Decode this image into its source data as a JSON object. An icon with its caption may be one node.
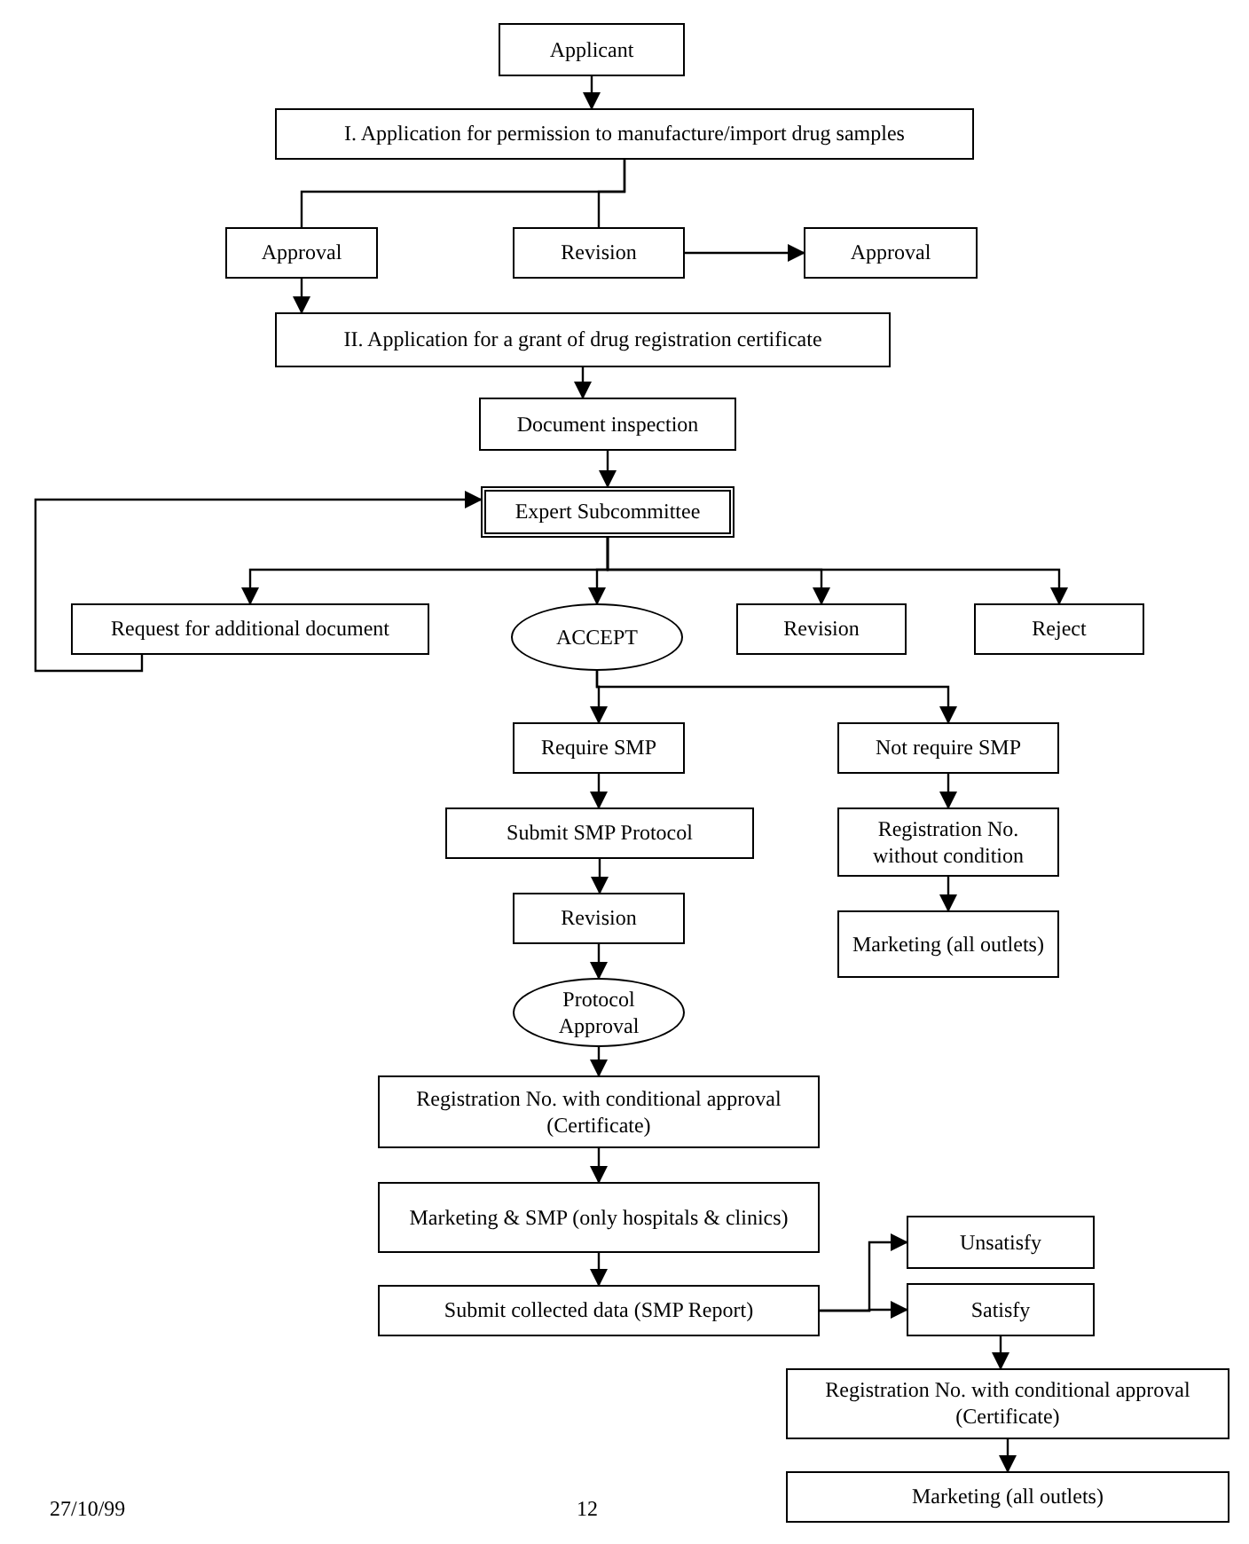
{
  "diagram": {
    "nodes": [
      {
        "text": [
          "Applicant"
        ]
      },
      {
        "text": [
          "I. Application for permission to manufacture/import drug samples"
        ]
      },
      {
        "text": [
          "Approval"
        ]
      },
      {
        "text": [
          "Revision"
        ]
      },
      {
        "text": [
          "Approval"
        ]
      },
      {
        "text": [
          "II. Application for a grant of drug registration certificate"
        ]
      },
      {
        "text": [
          "Document inspection"
        ]
      },
      {
        "text": [
          "Expert Subcommittee"
        ]
      },
      {
        "text": [
          "Request for additional document"
        ]
      },
      {
        "text": [
          "ACCEPT"
        ]
      },
      {
        "text": [
          "Revision"
        ]
      },
      {
        "text": [
          "Reject"
        ]
      },
      {
        "text": [
          "Require SMP"
        ]
      },
      {
        "text": [
          "Not require SMP"
        ]
      },
      {
        "text": [
          "Submit SMP Protocol"
        ]
      },
      {
        "text": [
          "Registration No. without condition"
        ]
      },
      {
        "text": [
          "Revision"
        ]
      },
      {
        "text": [
          "Marketing (all outlets)"
        ]
      },
      {
        "text": [
          "Protocol Approval"
        ]
      },
      {
        "text": [
          "Registration No. with conditional approval (Certificate)"
        ]
      },
      {
        "text": [
          "Marketing & SMP (only hospitals & clinics)"
        ]
      },
      {
        "text": [
          "Submit collected data (SMP Report)"
        ]
      },
      {
        "text": [
          "Unsatisfy"
        ]
      },
      {
        "text": [
          "Satisfy"
        ]
      },
      {
        "text": [
          "Registration No. with conditional approval (Certificate)"
        ]
      },
      {
        "text": [
          "Marketing (all outlets)"
        ]
      }
    ],
    "edges": [
      {
        "from": 0,
        "to": 1,
        "arrow": "to"
      },
      {
        "from": 1,
        "to": 2,
        "arrow": "none"
      },
      {
        "from": 1,
        "to": 3,
        "arrow": "none"
      },
      {
        "from": 3,
        "to": 4,
        "arrow": "to"
      },
      {
        "from": 2,
        "to": 5,
        "arrow": "to"
      },
      {
        "from": 5,
        "to": 6,
        "arrow": "to"
      },
      {
        "from": 6,
        "to": 7,
        "arrow": "to"
      },
      {
        "from": 7,
        "to": 8,
        "arrow": "to"
      },
      {
        "from": 7,
        "to": 9,
        "arrow": "to"
      },
      {
        "from": 7,
        "to": 10,
        "arrow": "to"
      },
      {
        "from": 7,
        "to": 11,
        "arrow": "to"
      },
      {
        "from": 8,
        "to": 7,
        "arrow": "to"
      },
      {
        "from": 9,
        "to": 12,
        "arrow": "to"
      },
      {
        "from": 9,
        "to": 13,
        "arrow": "to"
      },
      {
        "from": 12,
        "to": 14,
        "arrow": "to"
      },
      {
        "from": 14,
        "to": 16,
        "arrow": "to"
      },
      {
        "from": 16,
        "to": 18,
        "arrow": "to"
      },
      {
        "from": 18,
        "to": 19,
        "arrow": "to"
      },
      {
        "from": 19,
        "to": 20,
        "arrow": "to"
      },
      {
        "from": 20,
        "to": 21,
        "arrow": "to"
      },
      {
        "from": 13,
        "to": 15,
        "arrow": "to"
      },
      {
        "from": 15,
        "to": 17,
        "arrow": "to"
      },
      {
        "from": 21,
        "to": 22,
        "arrow": "to"
      },
      {
        "from": 21,
        "to": 23,
        "arrow": "to"
      },
      {
        "from": 23,
        "to": 24,
        "arrow": "to"
      },
      {
        "from": 24,
        "to": 25,
        "arrow": "to"
      }
    ],
    "labels": [
      "27/10/99",
      "12"
    ]
  }
}
